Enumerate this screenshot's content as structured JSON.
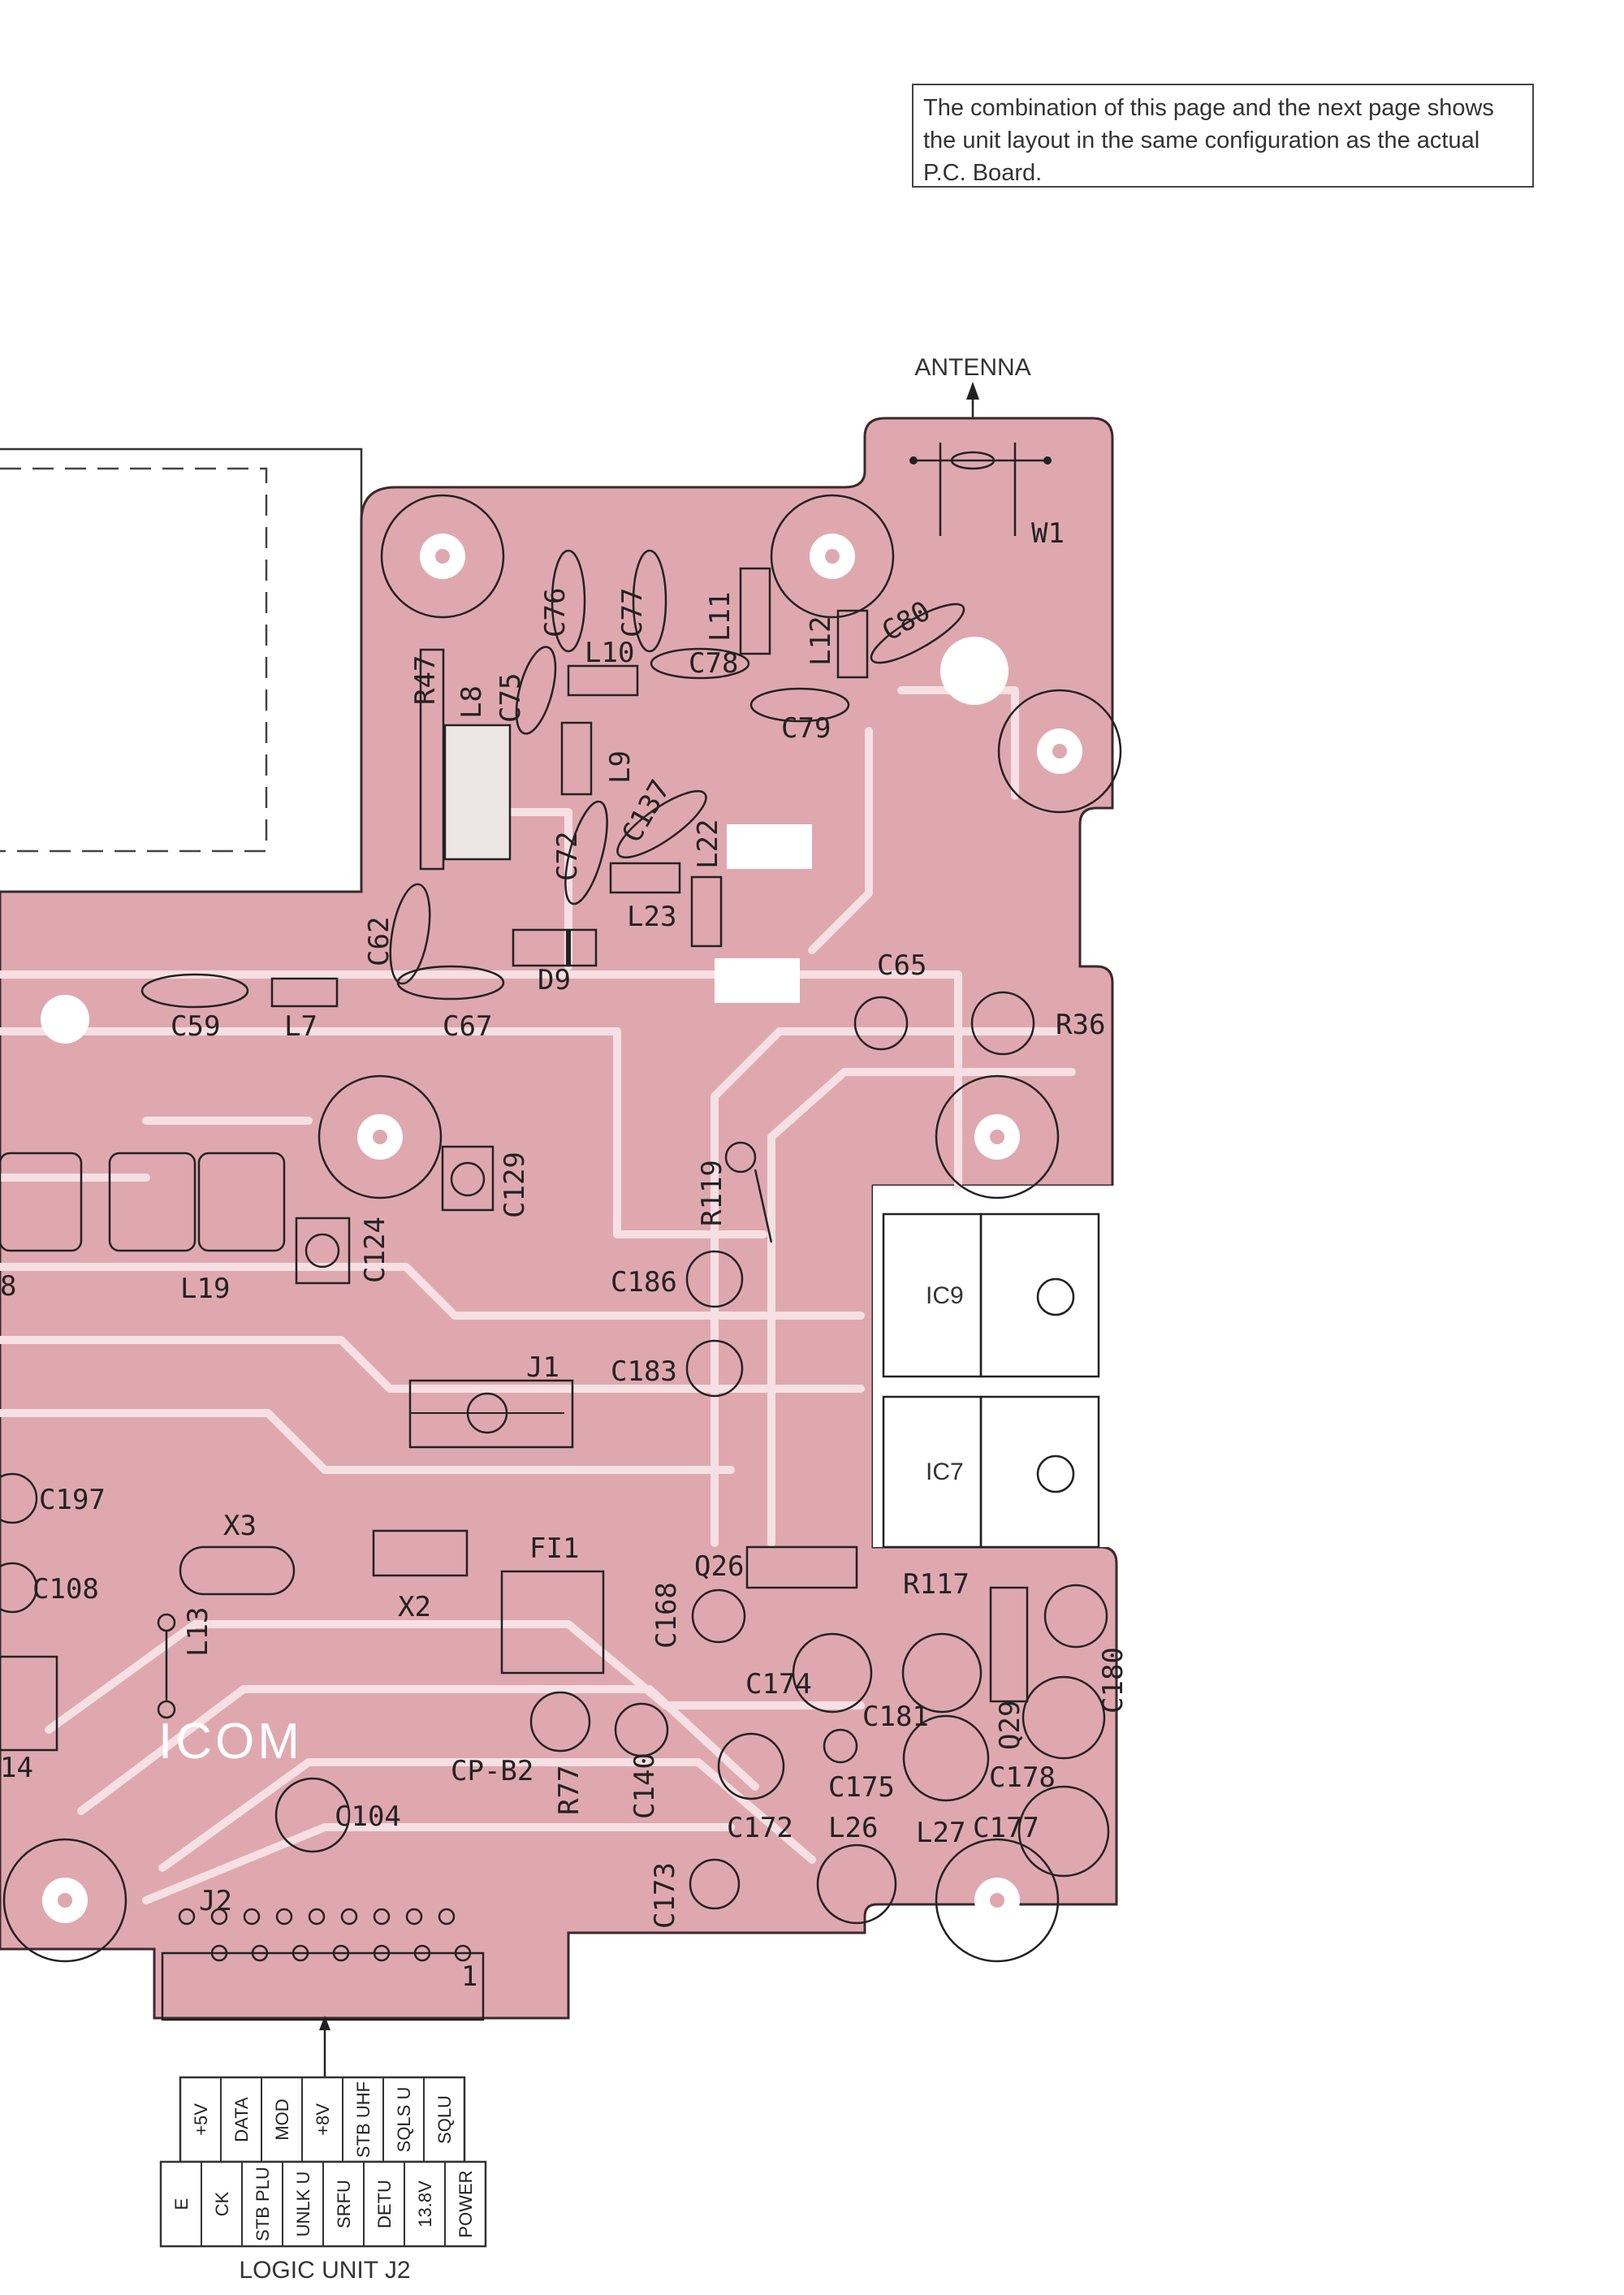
{
  "note": {
    "lines": [
      "The combination of this page and the next page shows",
      "the unit layout in the same configuration as the actual",
      "P.C. Board."
    ]
  },
  "colors": {
    "board": "#dfa8af",
    "board_edge": "#3a2a2c",
    "trace": "#f6e0e3",
    "ink": "#222222"
  },
  "antenna_label": "ANTENNA",
  "board_labels": {
    "w1": "W1",
    "r47": "R47",
    "l8": "L8",
    "c75": "C75",
    "c76": "C76",
    "c77": "C77",
    "l10": "L10",
    "l11": "L11",
    "c78": "C78",
    "l12": "L12",
    "c80": "C80",
    "c79": "C79",
    "l9": "L9",
    "c137": "C137",
    "c72": "C72",
    "l22": "L22",
    "l23": "L23",
    "c62": "C62",
    "d9": "D9",
    "c59": "C59",
    "l7": "L7",
    "c67": "C67",
    "c65": "C65",
    "r36": "R36",
    "c129": "C129",
    "r119": "R119",
    "c124": "C124",
    "l19": "L19",
    "c186": "C186",
    "ic9": "IC9",
    "c183": "C183",
    "j1": "J1",
    "ic7": "IC7",
    "c197": "C197",
    "x3": "X3",
    "fi1": "FI1",
    "c108": "C108",
    "x2": "X2",
    "q26": "Q26",
    "r117": "R117",
    "l13": "L13",
    "c168": "C168",
    "c174": "C174",
    "c181": "C181",
    "q29": "Q29",
    "c180": "C180",
    "icom": "ICOM",
    "cpb2": "CP-B2",
    "r77": "R77",
    "c140": "C140",
    "c175": "C175",
    "c178": "C178",
    "c104": "C104",
    "c172": "C172",
    "l26": "L26",
    "l27": "L27",
    "c177": "C177",
    "c173": "C173",
    "j2": "J2",
    "pin1": "1",
    "frag14": "14",
    "frag8": "8"
  },
  "connector_top_row": [
    "+5V",
    "DATA",
    "MOD",
    "+8V",
    "STB UHF",
    "SQLS U",
    "SQLU"
  ],
  "connector_bottom_row": [
    "E",
    "CK",
    "STB PLU",
    "UNLK U",
    "SRFU",
    "DETU",
    "13.8V",
    "POWER"
  ],
  "connector_caption": "LOGIC UNIT J2"
}
